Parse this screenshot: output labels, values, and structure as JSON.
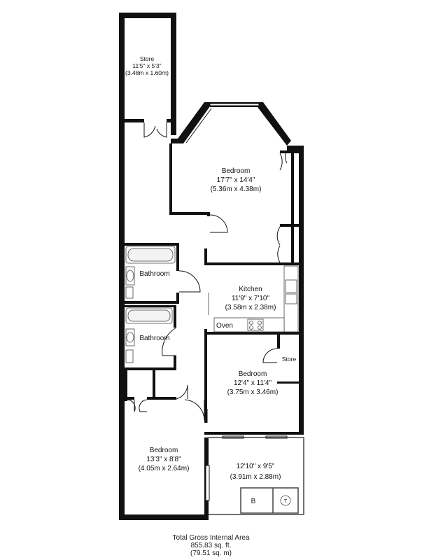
{
  "rooms": {
    "store_top": {
      "name": "Store",
      "imperial": "11'5\" x 5'3\"",
      "metric": "(3.48m x 1.60m)"
    },
    "bedroom_main": {
      "name": "Bedroom",
      "imperial": "17'7\" x 14'4\"",
      "metric": "(5.36m x 4.38m)"
    },
    "bathroom_1": {
      "name": "Bathroom"
    },
    "kitchen": {
      "name": "Kitchen",
      "imperial": "11'9\" x 7'10\"",
      "metric": "(3.58m x 2.38m)",
      "oven_label": "Oven"
    },
    "bathroom_2": {
      "name": "Bathroom"
    },
    "store_small": {
      "name": "Store"
    },
    "bedroom_mid": {
      "name": "Bedroom",
      "imperial": "12'4\" x 11'4\"",
      "metric": "(3.75m x 3.46m)"
    },
    "bedroom_bottom": {
      "name": "Bedroom",
      "imperial": "13'3\" x 8'8\"",
      "metric": "(4.05m x 2.64m)"
    },
    "conservatory": {
      "imperial": "12'10\" x 9'5\"",
      "metric": "(3.91m x 2.88m)",
      "boiler_label": "B",
      "meter_label": "T"
    }
  },
  "footer": {
    "title": "Total Gross Internal Area",
    "sqft": "855.83 sq. ft.",
    "sqm": "(79.51 sq. m)"
  }
}
